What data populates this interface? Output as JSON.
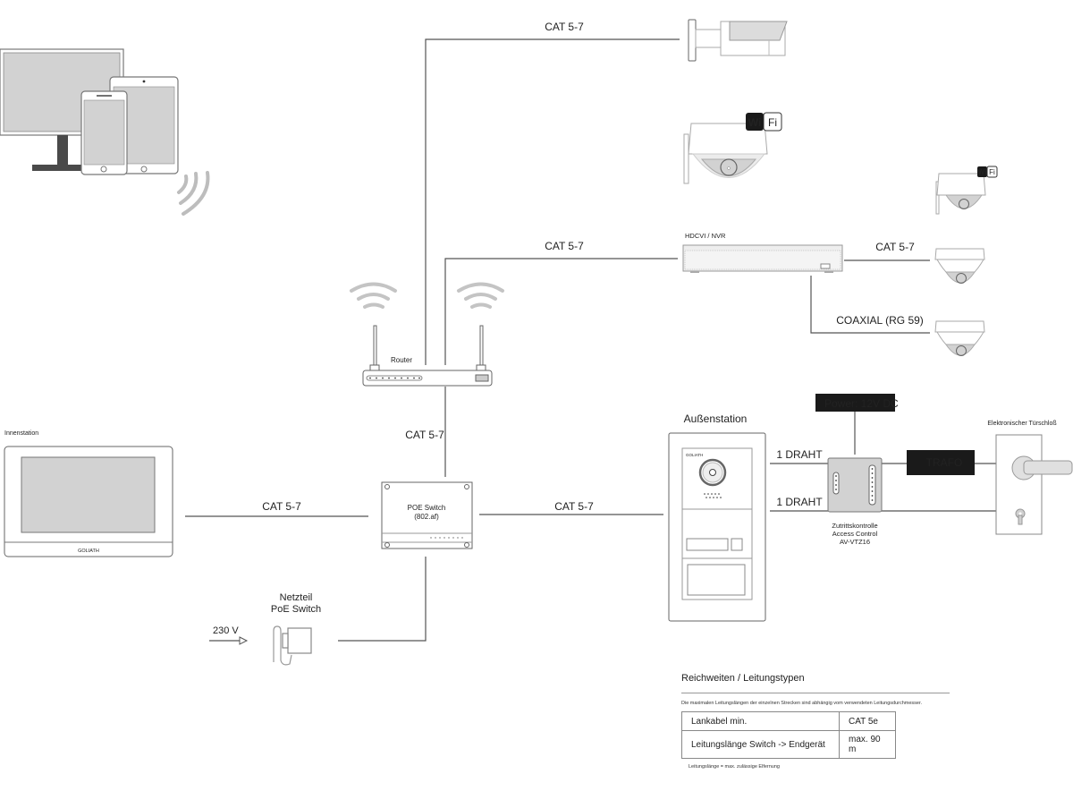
{
  "labels": {
    "cable_top": "CAT 5-7",
    "cable_nvr": "CAT 5-7",
    "cable_nvr_cam": "CAT 5-7",
    "coaxial": "COAXIAL (RG 59)",
    "nvr": "HDCVI / NVR",
    "router": "Router",
    "cable_router_switch": "CAT 5-7",
    "cable_indoor_switch": "CAT 5-7",
    "cable_switch_outdoor": "CAT 5-7",
    "poe_switch_line1": "POE Switch",
    "poe_switch_line2": "(802.af)",
    "indoor_station": "Innenstation",
    "indoor_brand": "GOLIATH",
    "outdoor_station": "Außenstation",
    "outdoor_brand": "GOLIATH",
    "psu_line1": "Netzteil",
    "psu_line2": "PoE Switch",
    "mains": "230 V",
    "wire1": "1 DRAHT",
    "wire2": "1 DRAHT",
    "power": "Power: 12V DC",
    "trafo": "TRAFO",
    "access_line1": "Zutrittskontrolle",
    "access_line2": "Access Control",
    "access_line3": "AV-VTZ16",
    "door_lock": "Elektronischer Türschloß",
    "wifi_wi": "Wi",
    "wifi_fi": "Fi"
  },
  "info": {
    "title": "Reichweiten / Leitungstypen",
    "description": "Die maximalen Leitungslängen der einzelnen Strecken sind abhängig vom verwendeten Leitungsdurchmesser.",
    "rows": [
      {
        "label": "Lankabel min.",
        "value": "CAT 5e"
      },
      {
        "label": "Leitungslänge Switch -> Endgerät",
        "value": "max. 90 m"
      }
    ],
    "footnote": "Leitungslänge = max. zulässige Elfernung"
  },
  "colors": {
    "line": "#555555",
    "device_fill": "#d2d2d2",
    "dark_box": "#1a1a1a"
  }
}
